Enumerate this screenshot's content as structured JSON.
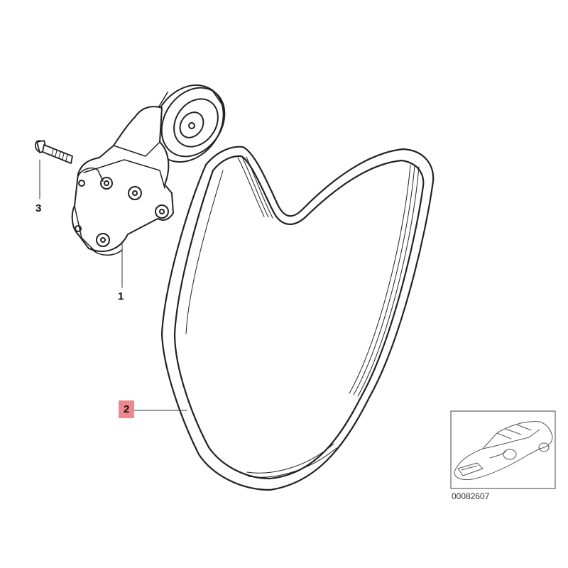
{
  "callouts": [
    {
      "label": "1",
      "part": "belt-tensioner"
    },
    {
      "label": "2",
      "part": "ribbed-v-belt"
    },
    {
      "label": "3",
      "part": "bolt"
    }
  ],
  "highlight_color": "#f0878f",
  "reference_code": "00082607",
  "thumbnail": {
    "subject": "car-sedan-icon"
  }
}
